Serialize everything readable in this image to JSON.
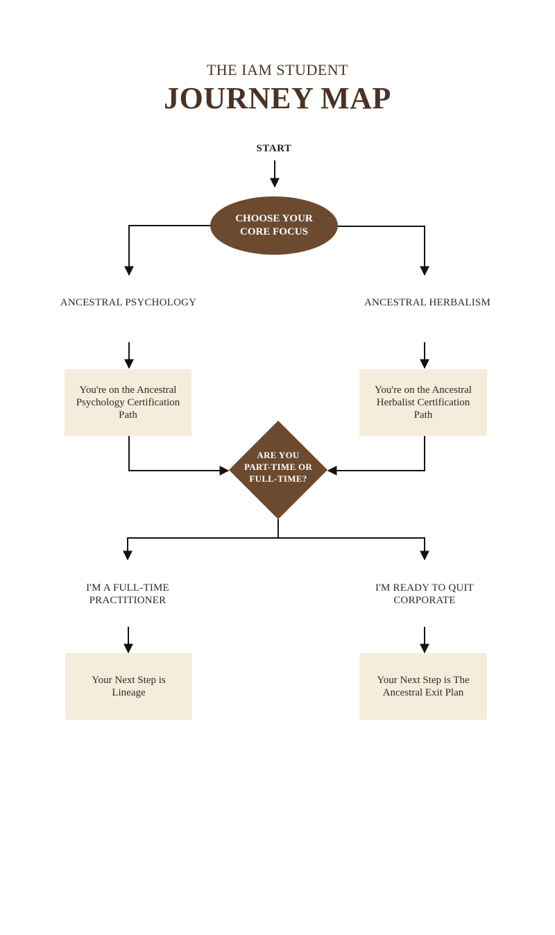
{
  "header": {
    "subtitle": "THE IAM STUDENT",
    "title": "JOURNEY MAP"
  },
  "flow": {
    "start": "START",
    "decision1": "CHOOSE YOUR CORE FOCUS",
    "left_branch_label": "ANCESTRAL PSYCHOLOGY",
    "right_branch_label": "ANCESTRAL HERBALISM",
    "left_path_box": "You're on the Ancestral Psychology Certification Path",
    "right_path_box": "You're on the Ancestral Herbalist Certification Path",
    "decision2": "ARE YOU PART-TIME OR FULL-TIME?",
    "left_outcome_label": "I'M A FULL-TIME PRACTITIONER",
    "right_outcome_label": "I'M READY TO QUIT CORPORATE",
    "left_next_step": "Your Next Step is Lineage",
    "right_next_step": "Your Next Step is The Ancestral Exit Plan"
  },
  "colors": {
    "accent_brown": "#6b4a2f",
    "title_brown": "#4a3324",
    "box_cream": "#f6ecdb",
    "line": "#111111"
  }
}
